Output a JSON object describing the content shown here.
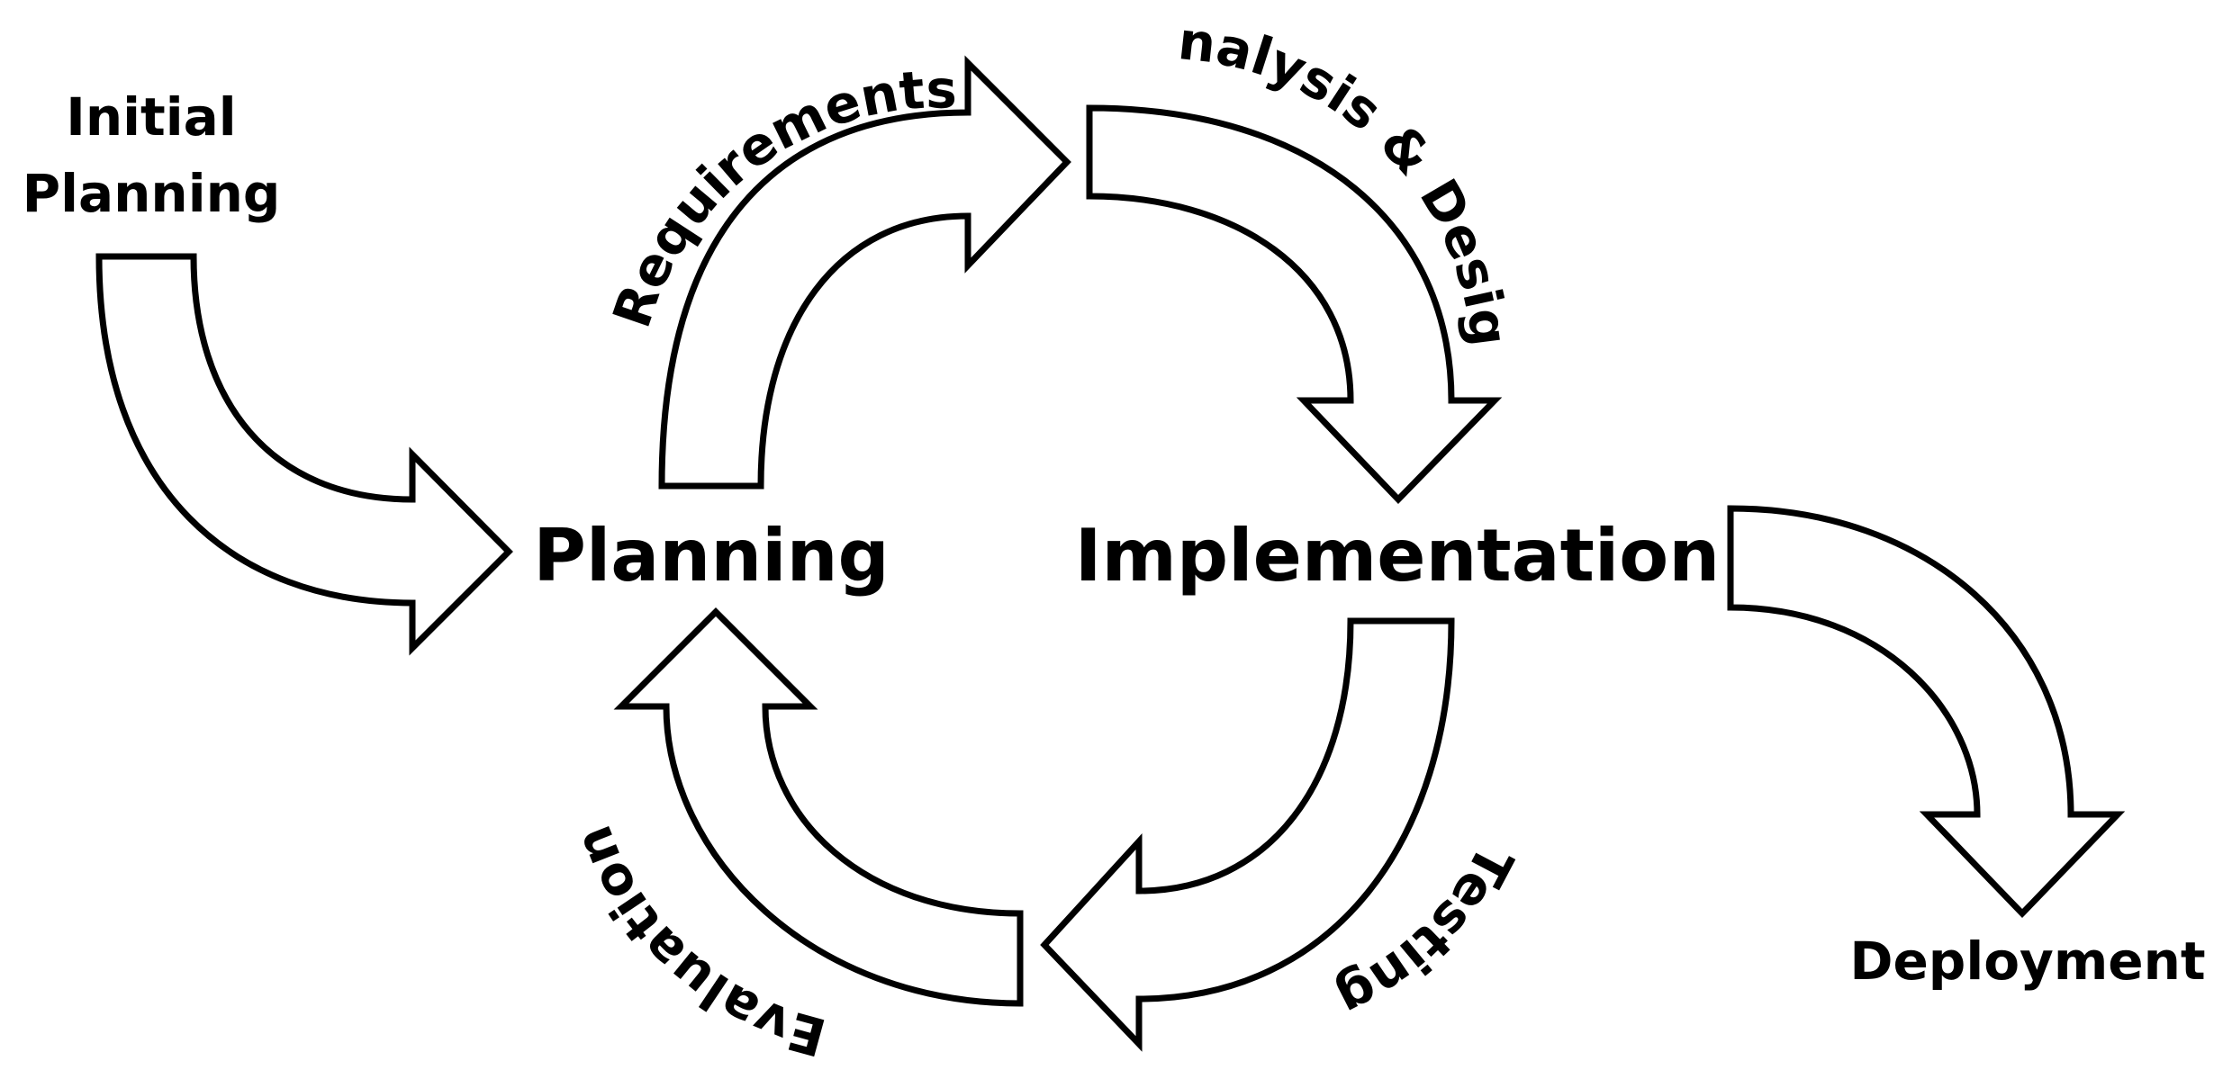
{
  "nodes": {
    "initial_planning": [
      "Initial",
      "Planning"
    ],
    "planning": "Planning",
    "implementation": "Implementation",
    "deployment": "Deployment"
  },
  "edges": {
    "requirements": "Requirements",
    "analysis_design": "Analysis & Design",
    "testing": "Testing",
    "evaluation": "Evaluation"
  }
}
